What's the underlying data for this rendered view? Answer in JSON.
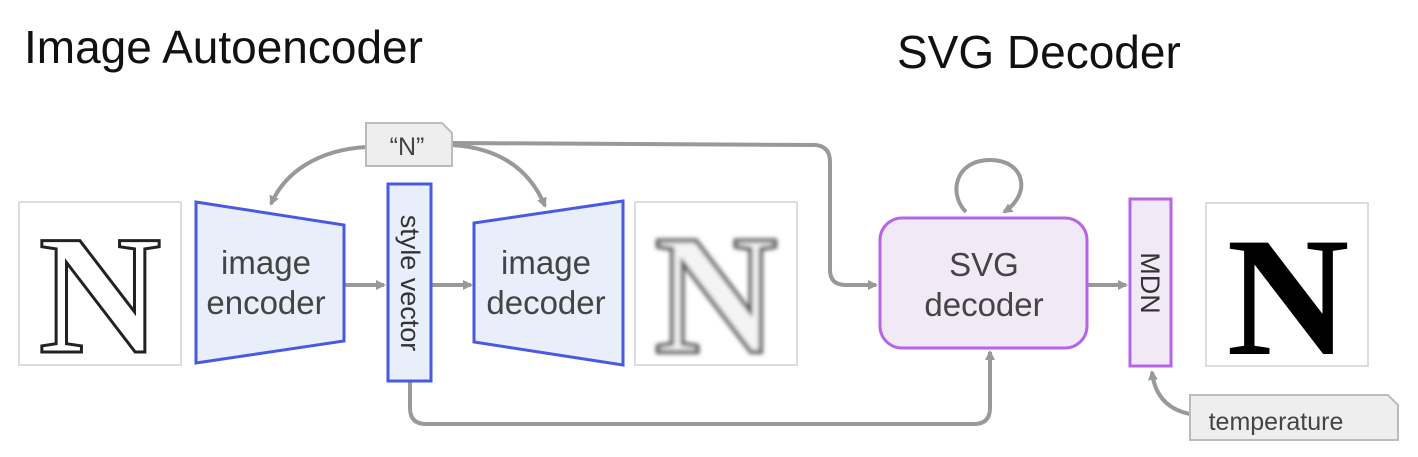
{
  "titles": {
    "image_autoencoder": "Image Autoencoder",
    "svg_decoder": "SVG Decoder"
  },
  "tags": {
    "class_label": "“N”",
    "temperature": "temperature"
  },
  "blocks": {
    "image_encoder_line1": "image",
    "image_encoder_line2": "encoder",
    "style_vector": "style vector",
    "image_decoder_line1": "image",
    "image_decoder_line2": "decoder",
    "svg_decoder_line1": "SVG",
    "svg_decoder_line2": "decoder",
    "mdn": "MDN"
  },
  "glyphs": {
    "input": "N",
    "reconstruction": "N",
    "output": "N"
  },
  "colors": {
    "autoencoder_stroke": "#4a5ae0",
    "autoencoder_fill": "#e8effb",
    "svg_stroke": "#b566e8",
    "svg_fill": "#f1e9f6",
    "arrow": "#999999",
    "tag_fill": "#eeeeee"
  }
}
